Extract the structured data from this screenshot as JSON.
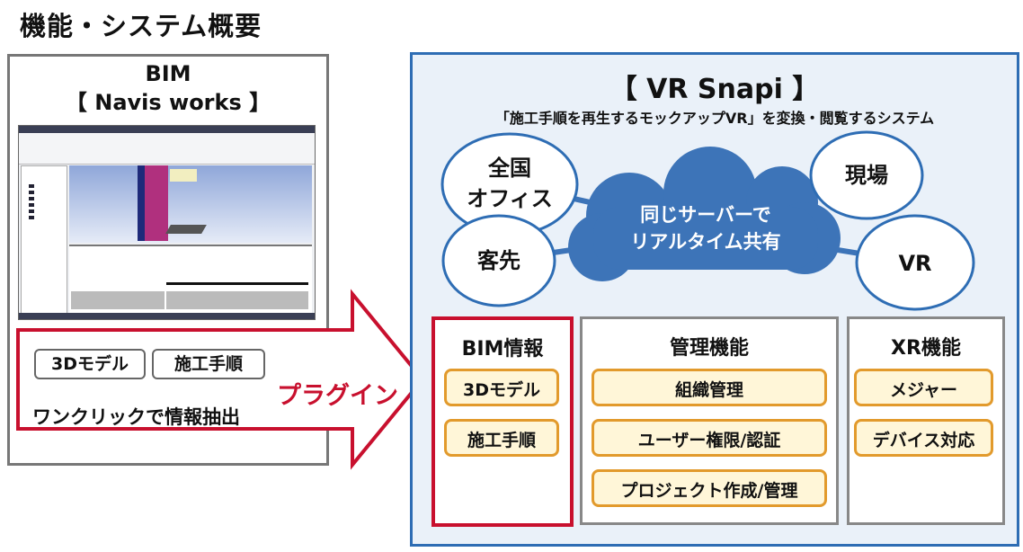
{
  "title": "機能・システム概要",
  "bim": {
    "line1": "BIM",
    "line2": "【 Navis works 】",
    "buttons": [
      "3Dモデル",
      "施工手順"
    ],
    "caption": "ワンクリックで情報抽出"
  },
  "arrow_label": "プラグイン",
  "vr": {
    "title": "【 VR Snapi 】",
    "subtitle": "「施工手順を再生するモックアップVR」を変換・閲覧するシステム",
    "cloud": {
      "line1": "同じサーバーで",
      "line2": "リアルタイム共有"
    },
    "nodes": {
      "office1": "全国",
      "office2": "オフィス",
      "site": "現場",
      "client": "客先",
      "vr": "VR"
    },
    "columns": [
      {
        "title": "BIM情報",
        "items": [
          "3Dモデル",
          "施工手順"
        ]
      },
      {
        "title": "管理機能",
        "items": [
          "組織管理",
          "ユーザー権限/認証",
          "プロジェクト作成/管理"
        ]
      },
      {
        "title": "XR機能",
        "items": [
          "メジャー",
          "デバイス対応"
        ]
      }
    ]
  },
  "colors": {
    "red": "#c8102e",
    "blue": "#2e6db4",
    "cloud": "#3d74b8",
    "orange": "#e29a2c"
  }
}
